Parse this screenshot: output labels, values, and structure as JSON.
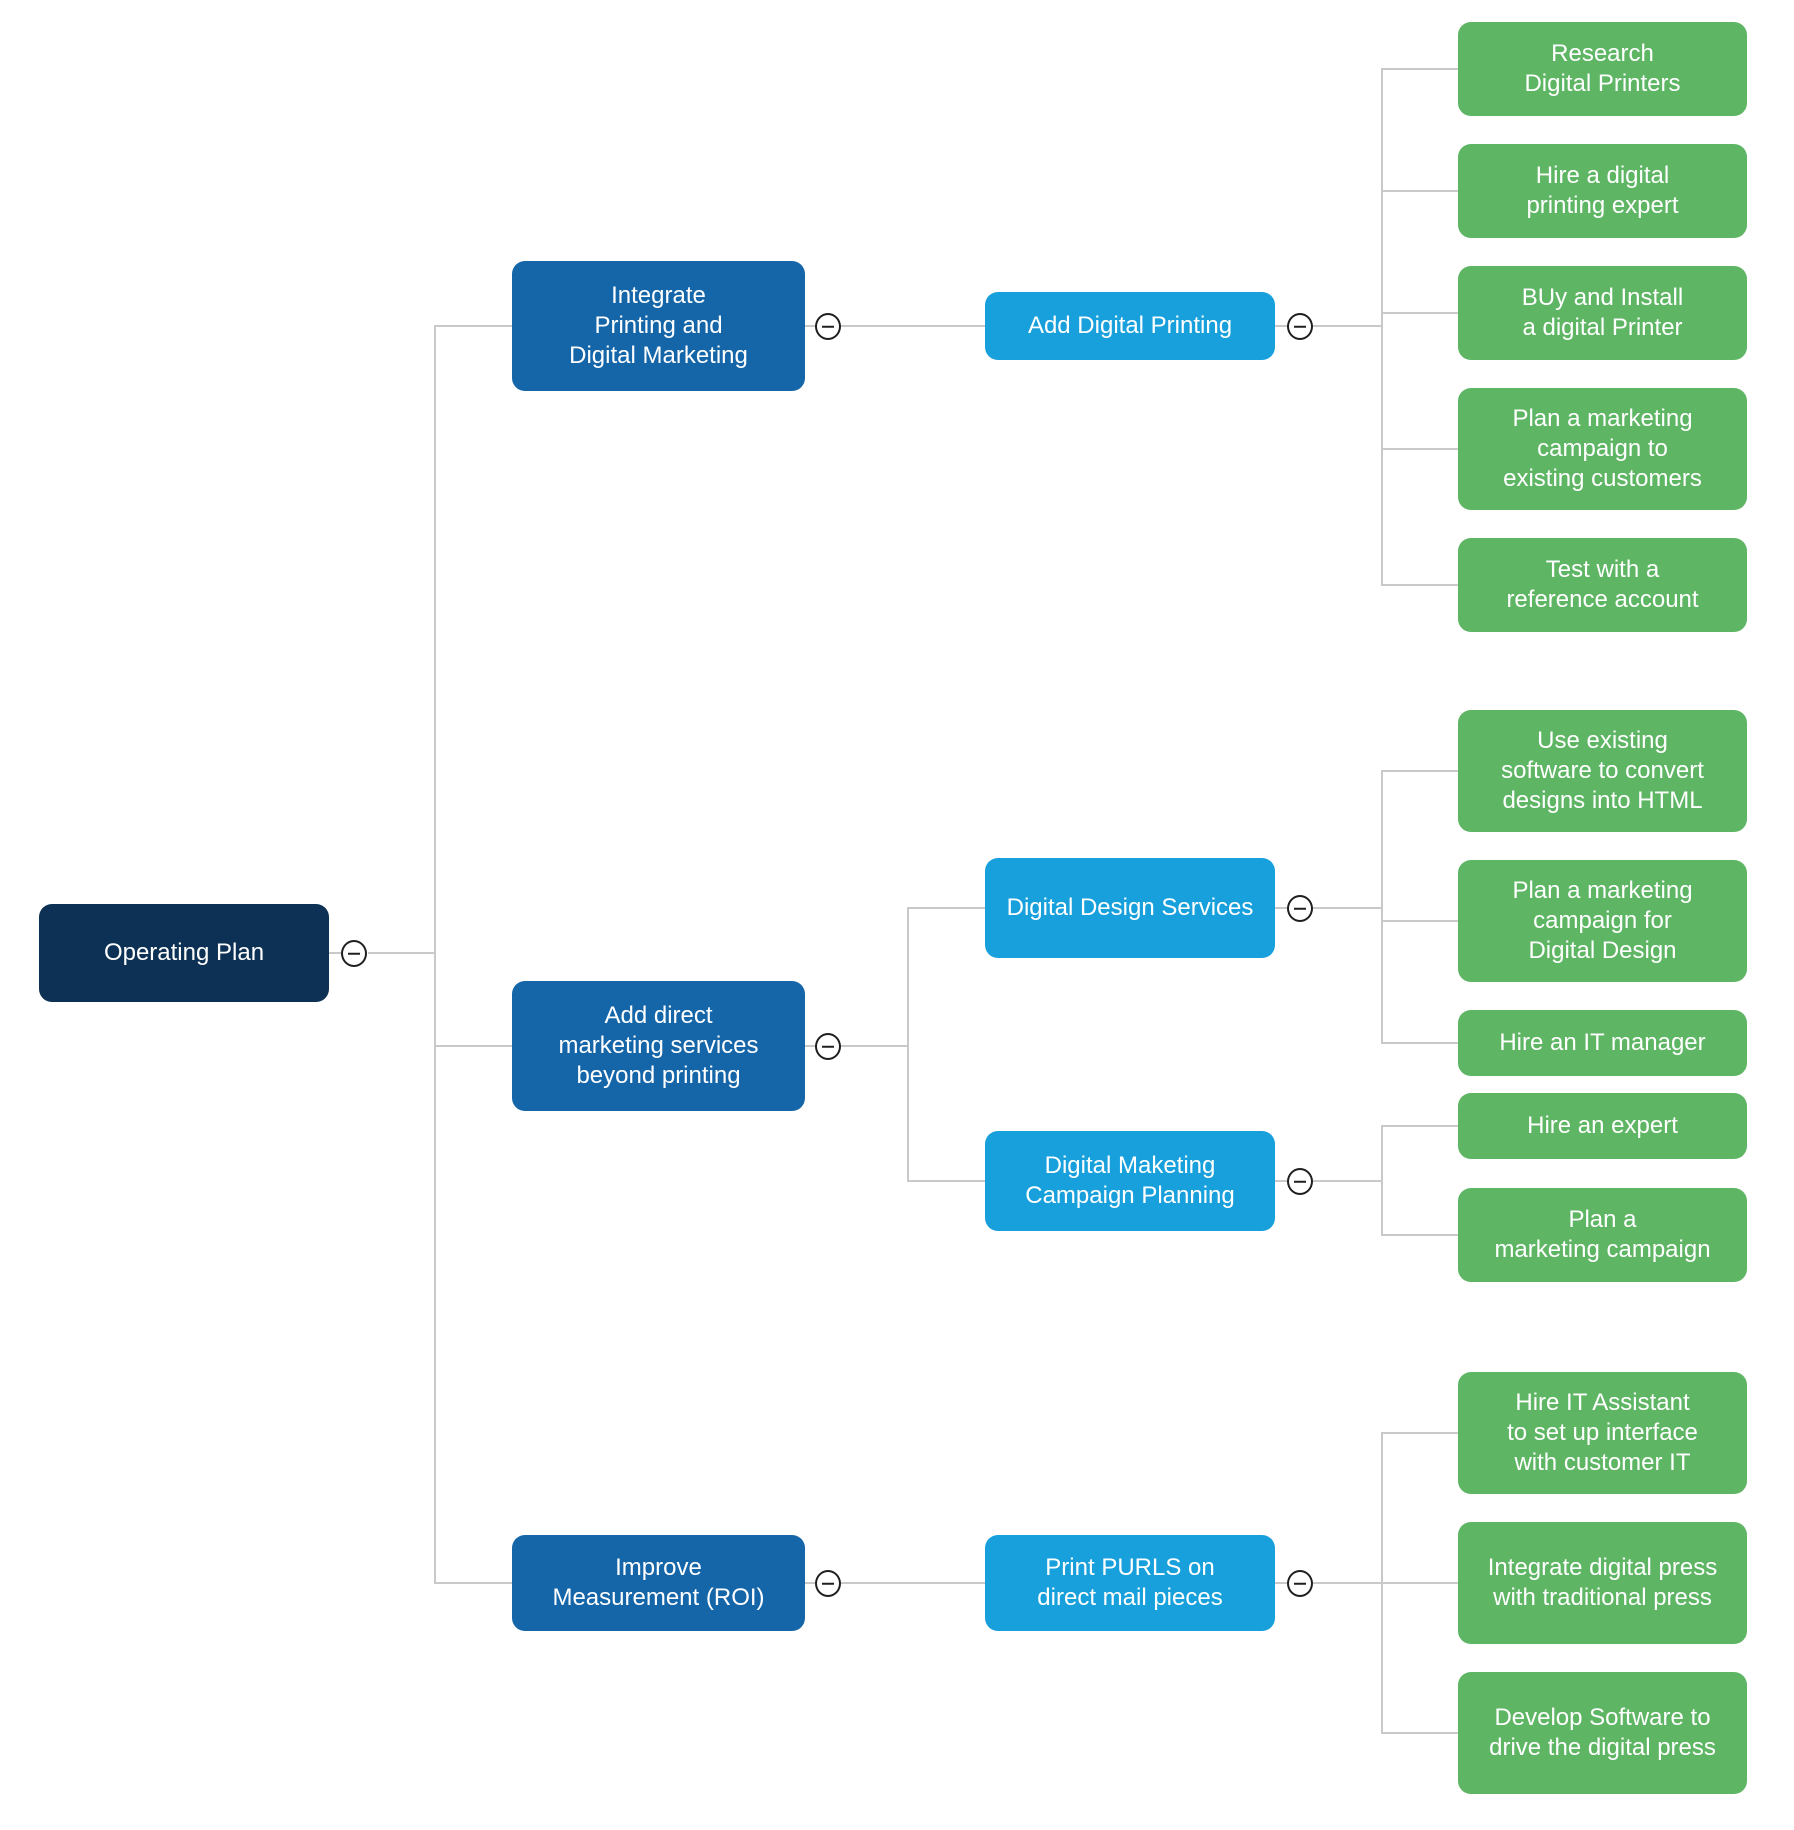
{
  "colors": {
    "root_fill": "#0d3154",
    "branch_fill": "#1565a9",
    "sub_branch_fill": "#17a0dc",
    "leaf_fill": "#5eb664",
    "connector": "#c9c9c9",
    "node_text": "#ffffff",
    "icon_stroke": "#1f1f1f"
  },
  "icons": {
    "collapse": "minus-circle"
  },
  "tree": {
    "root": {
      "label": "Operating Plan"
    },
    "branches": [
      {
        "label": "Integrate Printing and Digital Marketing",
        "children": [
          {
            "label": "Add Digital Printing",
            "children": [
              {
                "label": "Research Digital Printers"
              },
              {
                "label": "Hire a digital printing expert"
              },
              {
                "label": "BUy and Install a digital Printer"
              },
              {
                "label": "Plan a marketing campaign to existing customers"
              },
              {
                "label": "Test with a reference account"
              }
            ]
          }
        ]
      },
      {
        "label": "Add direct marketing services beyond printing",
        "children": [
          {
            "label": "Digital Design Services",
            "children": [
              {
                "label": "Use existing software to convert designs into HTML"
              },
              {
                "label": "Plan a marketing campaign for Digital Design"
              },
              {
                "label": "Hire an IT manager"
              }
            ]
          },
          {
            "label": "Digital Maketing Campaign Planning",
            "children": [
              {
                "label": "Hire an expert"
              },
              {
                "label": "Plan a marketing campaign"
              }
            ]
          }
        ]
      },
      {
        "label": "Improve Measurement (ROI)",
        "children": [
          {
            "label": "Print PURLS on direct mail pieces",
            "children": [
              {
                "label": "Hire IT Assistant to set up interface with customer IT"
              },
              {
                "label": "Integrate digital press with traditional press"
              },
              {
                "label": "Develop Software to drive the digital press"
              }
            ]
          }
        ]
      }
    ]
  }
}
